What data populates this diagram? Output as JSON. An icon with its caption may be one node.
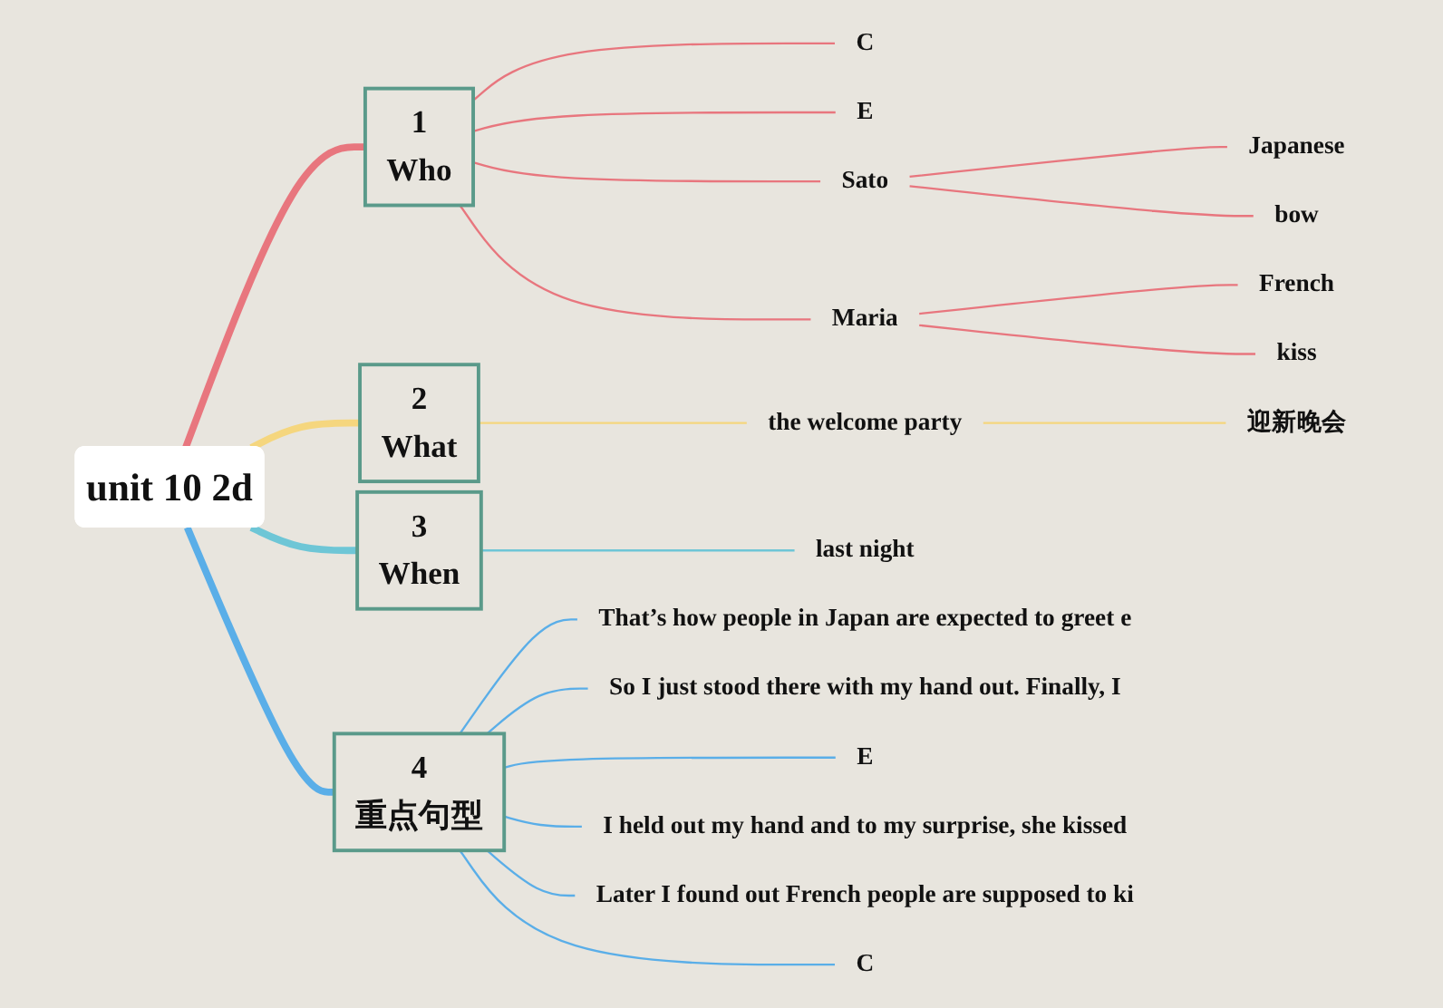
{
  "diagram": {
    "nodes": [
      {
        "text": [
          "unit 10 2d"
        ]
      },
      {
        "text": [
          "1",
          "Who"
        ]
      },
      {
        "text": [
          "C"
        ]
      },
      {
        "text": [
          "E"
        ]
      },
      {
        "text": [
          "Sato"
        ]
      },
      {
        "text": [
          "Japanese"
        ]
      },
      {
        "text": [
          "bow"
        ]
      },
      {
        "text": [
          "Maria"
        ]
      },
      {
        "text": [
          "French"
        ]
      },
      {
        "text": [
          "kiss"
        ]
      },
      {
        "text": [
          "2",
          "What"
        ]
      },
      {
        "text": [
          "the welcome party"
        ]
      },
      {
        "text": [
          "迎新晚会"
        ]
      },
      {
        "text": [
          "3",
          "When"
        ]
      },
      {
        "text": [
          "last night"
        ]
      },
      {
        "text": [
          "4",
          "重点句型"
        ]
      },
      {
        "text": [
          "That’s how people in Japan are expected to greet e"
        ]
      },
      {
        "text": [
          "So I just stood there with my hand out. Finally, I"
        ]
      },
      {
        "text": [
          "E"
        ]
      },
      {
        "text": [
          "I held out my hand and to my surprise, she kissed"
        ]
      },
      {
        "text": [
          "Later I found out French people are supposed to ki"
        ]
      },
      {
        "text": [
          "C"
        ]
      }
    ],
    "edges": [
      {
        "from": 0,
        "to": 1,
        "arrow": "none",
        "style": "thick",
        "color": "#e8767e"
      },
      {
        "from": 1,
        "to": 2,
        "arrow": "none",
        "color": "#e8767e"
      },
      {
        "from": 1,
        "to": 3,
        "arrow": "none",
        "color": "#e8767e"
      },
      {
        "from": 1,
        "to": 4,
        "arrow": "none",
        "color": "#e8767e"
      },
      {
        "from": 4,
        "to": 5,
        "arrow": "none",
        "color": "#e8767e"
      },
      {
        "from": 4,
        "to": 6,
        "arrow": "none",
        "color": "#e8767e"
      },
      {
        "from": 1,
        "to": 7,
        "arrow": "none",
        "color": "#e8767e"
      },
      {
        "from": 7,
        "to": 8,
        "arrow": "none",
        "color": "#e8767e"
      },
      {
        "from": 7,
        "to": 9,
        "arrow": "none",
        "color": "#e8767e"
      },
      {
        "from": 0,
        "to": 10,
        "arrow": "none",
        "style": "thick",
        "color": "#f5d67e"
      },
      {
        "from": 10,
        "to": 11,
        "arrow": "none",
        "color": "#f5d67e"
      },
      {
        "from": 11,
        "to": 12,
        "arrow": "none",
        "color": "#f5d67e"
      },
      {
        "from": 0,
        "to": 13,
        "arrow": "none",
        "style": "thick",
        "color": "#6ec6d6"
      },
      {
        "from": 13,
        "to": 14,
        "arrow": "none",
        "color": "#6ec6d6"
      },
      {
        "from": 0,
        "to": 15,
        "arrow": "none",
        "style": "thick",
        "color": "#5aaee8"
      },
      {
        "from": 15,
        "to": 16,
        "arrow": "none",
        "color": "#5aaee8"
      },
      {
        "from": 15,
        "to": 17,
        "arrow": "none",
        "color": "#5aaee8"
      },
      {
        "from": 15,
        "to": 18,
        "arrow": "none",
        "color": "#5aaee8"
      },
      {
        "from": 15,
        "to": 19,
        "arrow": "none",
        "color": "#5aaee8"
      },
      {
        "from": 15,
        "to": 20,
        "arrow": "none",
        "color": "#5aaee8"
      },
      {
        "from": 15,
        "to": 21,
        "arrow": "none",
        "color": "#5aaee8"
      }
    ]
  }
}
